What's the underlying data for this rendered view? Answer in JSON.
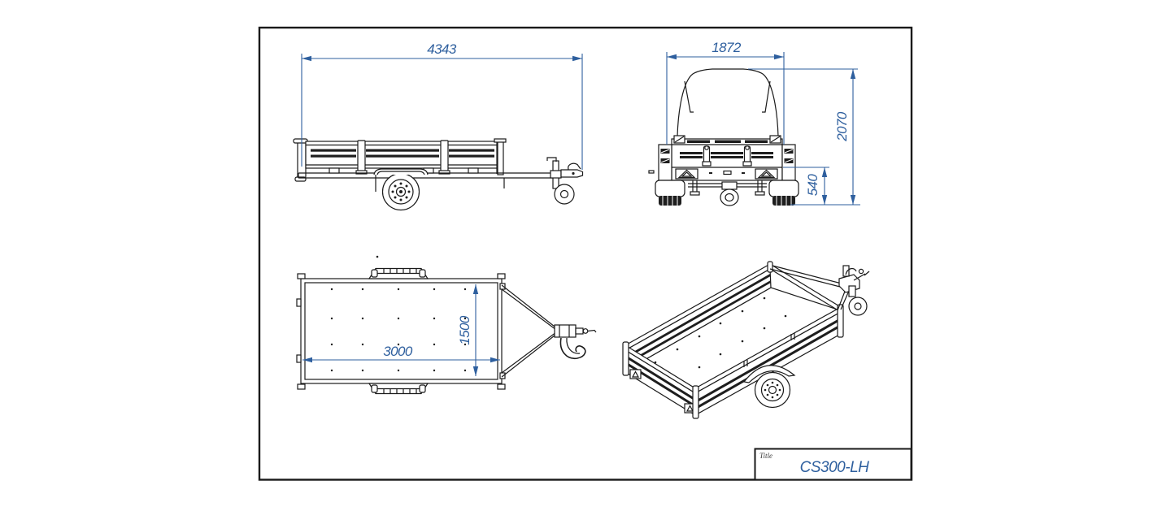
{
  "title_block": {
    "label": "Title",
    "value": "CS300-LH"
  },
  "dimensions": {
    "overall_length_mm": "4343",
    "overall_width_mm": "1872",
    "overall_height_mm": "2070",
    "platform_height_mm": "540",
    "bed_inner_length_mm": "3000",
    "bed_inner_width_mm": "1500"
  },
  "colors": {
    "dimension_blue": "#2e5f9e",
    "line_black": "#1a1a1a",
    "background": "#ffffff"
  }
}
